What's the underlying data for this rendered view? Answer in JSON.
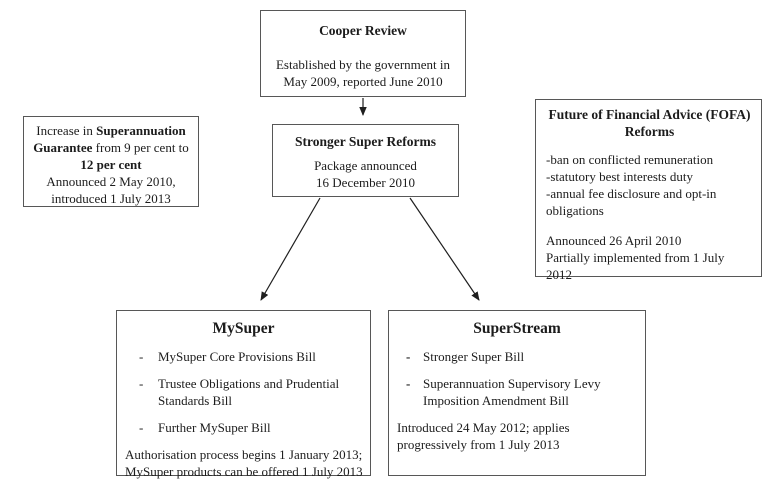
{
  "colors": {
    "background": "#ffffff",
    "border": "#575757",
    "text": "#1c1c1c"
  },
  "markers": {
    "dash": "-"
  },
  "cooper": {
    "title": "Cooper Review",
    "body_lines": [
      "Established by the government in",
      "May 2009, reported June 2010"
    ]
  },
  "sg": {
    "line1_normal": "Increase in",
    "line1_bold": "Superannuation",
    "line2_bold": "Guarantee",
    "line2_normal": "from 9 per cent to",
    "line3_bold": "12 per cent",
    "line4": "Announced 2 May 2010,",
    "line5": "introduced 1 July 2013"
  },
  "stronger": {
    "title": "Stronger Super Reforms",
    "body_lines": [
      "Package announced",
      "16 December 2010"
    ]
  },
  "fofa": {
    "title_lines": [
      "Future of Financial Advice (FOFA)",
      "Reforms"
    ],
    "item_lines": [
      "-ban on conflicted remuneration",
      "-statutory best interests duty",
      "-annual fee disclosure and opt-in",
      "obligations"
    ],
    "announce_lines": [
      "Announced 26 April 2010",
      "Partially implemented from 1 July",
      "2012"
    ]
  },
  "mysuper": {
    "title": "MySuper",
    "bullets": [
      [
        "MySuper Core Provisions Bill"
      ],
      [
        "Trustee Obligations and Prudential",
        "Standards Bill"
      ],
      [
        "Further MySuper Bill"
      ]
    ],
    "footer_lines": [
      "Authorisation process begins 1 January 2013;",
      "MySuper products can be offered 1 July 2013"
    ]
  },
  "superstream": {
    "title": "SuperStream",
    "bullets": [
      [
        "Stronger Super Bill"
      ],
      [
        "Superannuation Supervisory Levy",
        "Imposition Amendment Bill"
      ]
    ],
    "footer_lines": [
      "Introduced 24 May 2012; applies",
      "progressively from 1 July 2013"
    ]
  }
}
